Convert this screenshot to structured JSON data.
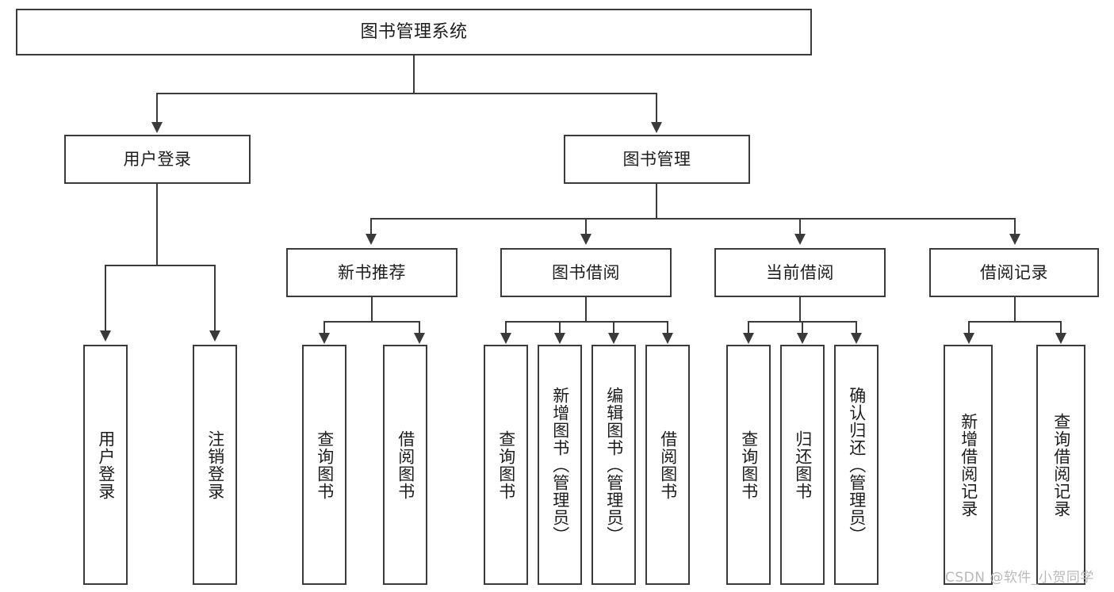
{
  "diagram": {
    "title": "图书管理系统",
    "root": {
      "label": "图书管理系统"
    },
    "level2": [
      {
        "label": "用户登录"
      },
      {
        "label": "图书管理"
      }
    ],
    "level3": [
      {
        "label": "新书推荐"
      },
      {
        "label": "图书借阅"
      },
      {
        "label": "当前借阅"
      },
      {
        "label": "借阅记录"
      }
    ],
    "leaves": {
      "user_login": [
        {
          "label": "用户登录"
        },
        {
          "label": "注销登录"
        }
      ],
      "new_book_recommend": [
        {
          "label": "查询图书"
        },
        {
          "label": "借阅图书"
        }
      ],
      "book_borrow": [
        {
          "label": "查询图书"
        },
        {
          "label": "新增图书（管理员）"
        },
        {
          "label": "编辑图书（管理员）"
        },
        {
          "label": "借阅图书"
        }
      ],
      "current_borrow": [
        {
          "label": "查询图书"
        },
        {
          "label": "归还图书"
        },
        {
          "label": "确认归还（管理员）"
        }
      ],
      "borrow_records": [
        {
          "label": "新增借阅记录"
        },
        {
          "label": "查询借阅记录"
        }
      ]
    }
  },
  "watermark": {
    "text": "CSDN @软件_小贺同学"
  },
  "colors": {
    "stroke": "#3a3a3a",
    "text": "#1d1d1d",
    "background": "#ffffff",
    "watermark": "#b9b9b9"
  }
}
